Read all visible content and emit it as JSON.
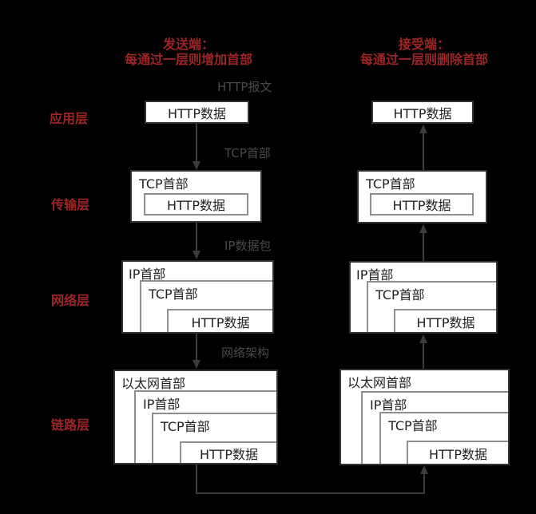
{
  "headers": {
    "sender_line1": "发送端：",
    "sender_line2": "每通过一层则增加首部",
    "receiver_line1": "接受端：",
    "receiver_line2": "每通过一层则删除首部"
  },
  "layer_labels": {
    "application": "应用层",
    "transport": "传输层",
    "network": "网络层",
    "link": "链路层"
  },
  "annotations": {
    "http_message": "HTTP报文",
    "tcp_header": "TCP首部",
    "ip_packet": "IP数据包",
    "network_frame": "网络架构"
  },
  "box_labels": {
    "http_data": "HTTP数据",
    "tcp_header": "TCP首部",
    "ip_header": "IP首部",
    "ethernet_header": "以太网首部"
  },
  "colors": {
    "background": "#000000",
    "accent_red": "#9e2525",
    "annotation_gray": "#4a4a4a",
    "box_border_dark": "#333333",
    "box_border_inner": "#8e8e8e",
    "box_fill": "#ffffff",
    "arrow": "#3d3d3d"
  }
}
